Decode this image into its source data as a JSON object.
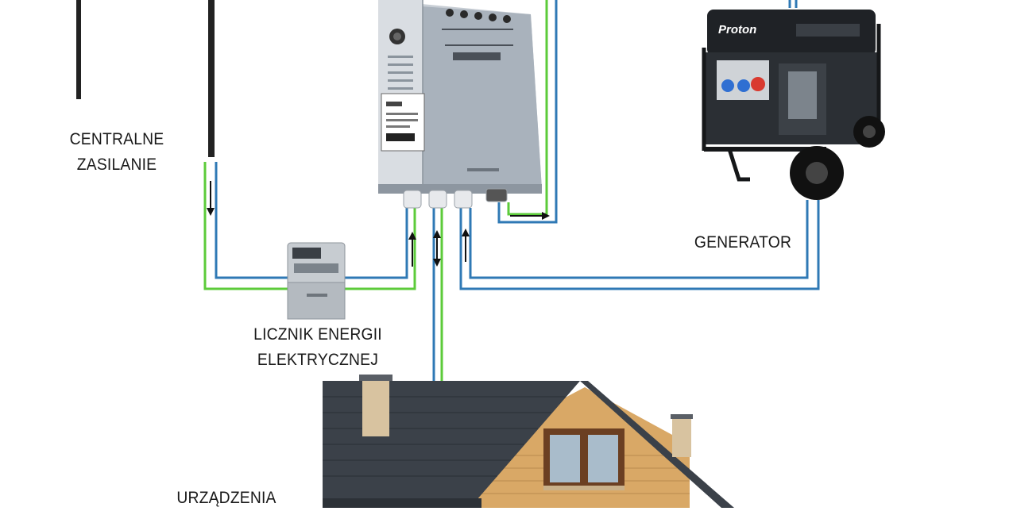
{
  "labels": {
    "central_power": [
      "CENTRALNE",
      "ZASILANIE"
    ],
    "energy_meter": [
      "LICZNIK ENERGII",
      "ELEKTRYCZNEJ"
    ],
    "generator": "GENERATOR",
    "devices": "URZĄDZENIA"
  },
  "generator_brand": "Proton",
  "colors": {
    "wire_green": "#5ccb3a",
    "wire_blue": "#2f79b5",
    "pole": "#222222",
    "controller_body": "#aeb6bf",
    "roof": "#3b4149",
    "wall": "#d9a866"
  }
}
